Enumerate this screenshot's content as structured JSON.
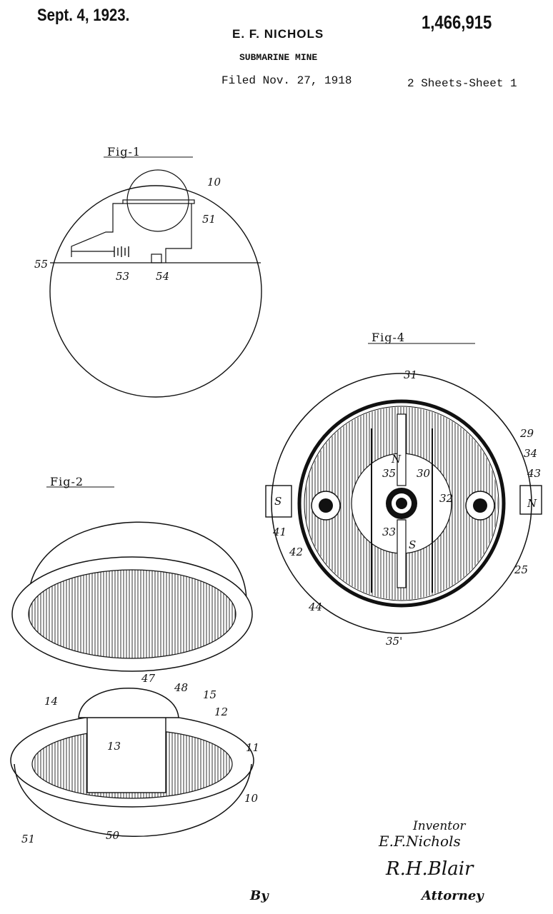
{
  "header": {
    "date": "Sept. 4, 1923.",
    "patent_number": "1,466,915",
    "inventor": "E. F. NICHOLS",
    "title": "SUBMARINE MINE",
    "filed": "Filed Nov. 27, 1918",
    "sheets": "2 Sheets-Sheet 1"
  },
  "figures": {
    "fig1": {
      "label": "Fig-1",
      "refs": [
        "10",
        "51",
        "55",
        "53",
        "54"
      ]
    },
    "fig2": {
      "label": "Fig-2",
      "refs": [
        "47",
        "48",
        "15",
        "14",
        "12",
        "11",
        "13",
        "10",
        "51",
        "50"
      ]
    },
    "fig4": {
      "label": "Fig-4",
      "refs": [
        "31",
        "29",
        "34",
        "43",
        "N",
        "35",
        "30",
        "32",
        "33",
        "S",
        "S",
        "41",
        "42",
        "44",
        "25",
        "35'",
        "N"
      ]
    }
  },
  "signature": {
    "inventor_label": "Inventor",
    "inventor_name": "E.F.Nichols",
    "attorney_signature": "R.H.Blair",
    "by": "By",
    "attorney_label": "Attorney"
  }
}
